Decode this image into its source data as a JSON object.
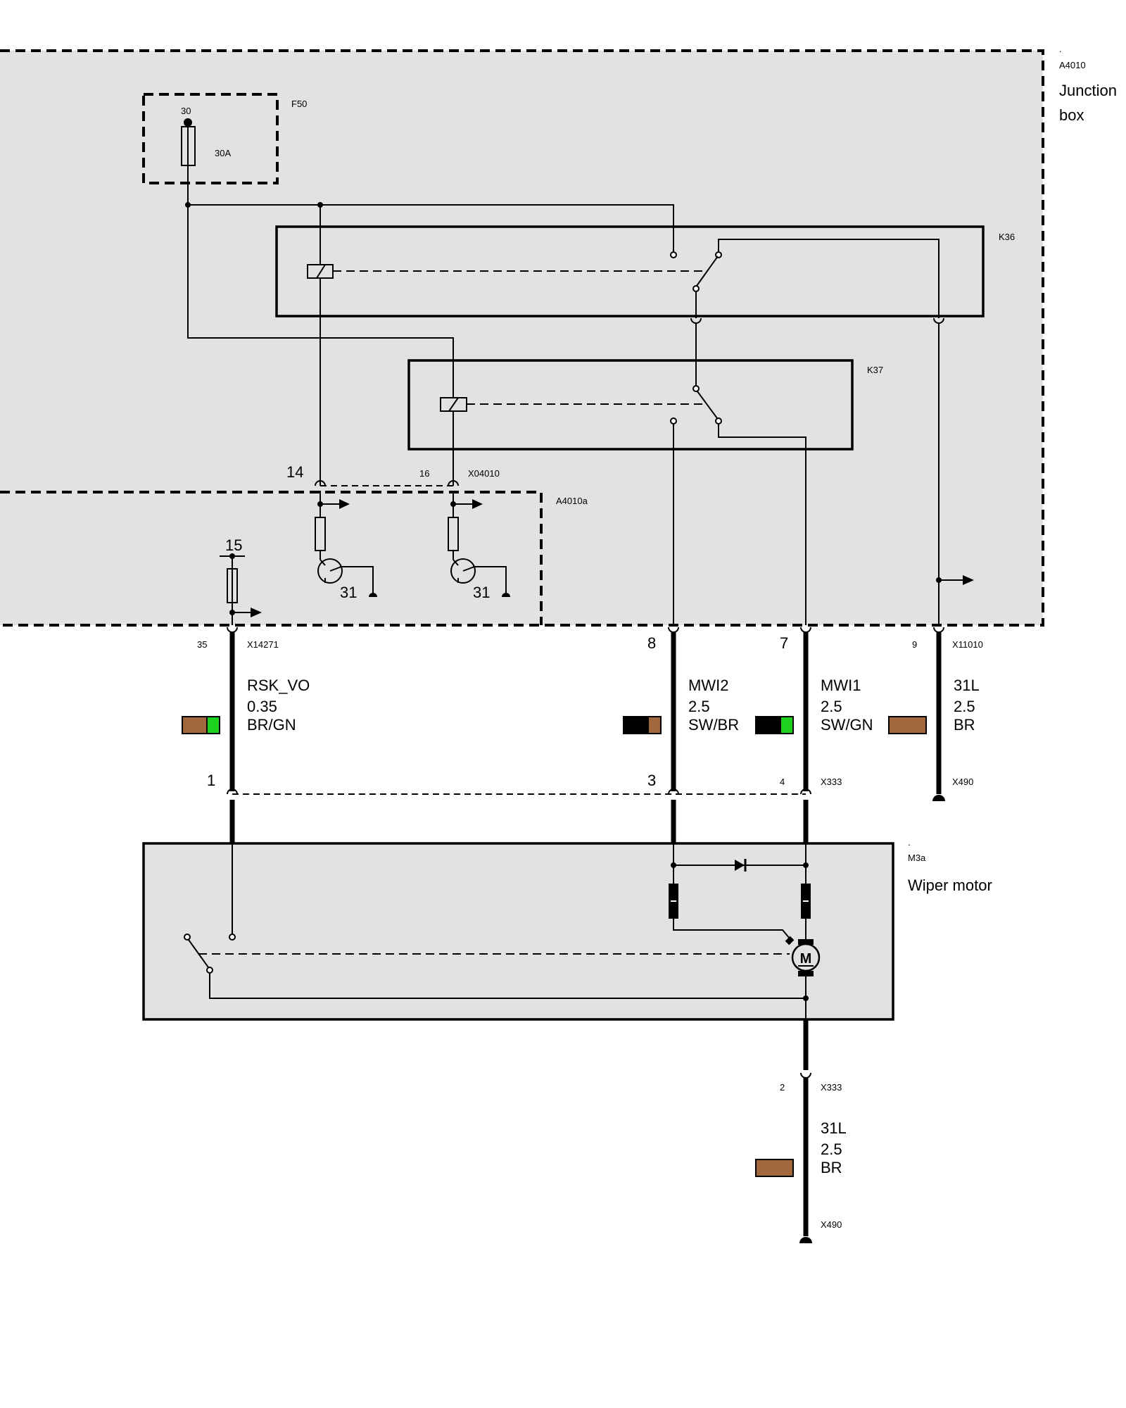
{
  "junction_box": {
    "dot": ".",
    "id": "A4010",
    "name_line1": "Junction",
    "name_line2": "box",
    "fuse": {
      "id": "F50",
      "terminal": "30",
      "rating": "30A"
    },
    "relay_k36": {
      "id": "K36"
    },
    "relay_k37": {
      "id": "K37"
    },
    "sub_module": {
      "id": "A4010a"
    },
    "connector_x04010": {
      "id": "X04010",
      "pin_14": "14",
      "pin_16": "16"
    },
    "ground_label_1": "31",
    "ground_label_2": "31",
    "terminal_15": "15"
  },
  "junction_pins": {
    "x14271": {
      "id": "X14271",
      "pin": "35"
    },
    "pin_mwi2": "8",
    "pin_mwi1": "7",
    "x11010": {
      "id": "X11010",
      "pin": "9"
    }
  },
  "wires": [
    {
      "key": "rsk",
      "signal": "RSK_VO",
      "gauge": "0.35",
      "color": "BR/GN",
      "swatch": [
        "#a0683c",
        "#1fd11f"
      ]
    },
    {
      "key": "mwi2",
      "signal": "MWI2",
      "gauge": "2.5",
      "color": "SW/BR",
      "swatch": [
        "#000000",
        "#a0683c"
      ]
    },
    {
      "key": "mwi1",
      "signal": "MWI1",
      "gauge": "2.5",
      "color": "SW/GN",
      "swatch": [
        "#000000",
        "#1fd11f"
      ]
    },
    {
      "key": "gnd1",
      "signal": "31L",
      "gauge": "2.5",
      "color": "BR",
      "swatch": [
        "#a0683c"
      ]
    }
  ],
  "x490_top": "X490",
  "x333_top": {
    "id": "X333",
    "pin_1": "1",
    "pin_3": "3",
    "pin_4": "4"
  },
  "wiper_motor": {
    "dot": ".",
    "id": "M3a",
    "name": "Wiper motor",
    "motor_symbol": "M"
  },
  "bottom": {
    "x333": {
      "id": "X333",
      "pin": "2"
    },
    "wire": {
      "signal": "31L",
      "gauge": "2.5",
      "color": "BR",
      "swatch": [
        "#a0683c"
      ]
    },
    "x490": "X490"
  },
  "colors": {
    "module_fill": "#e2e2e2",
    "brown": "#a0683c",
    "green": "#1fd11f",
    "black": "#000000"
  }
}
